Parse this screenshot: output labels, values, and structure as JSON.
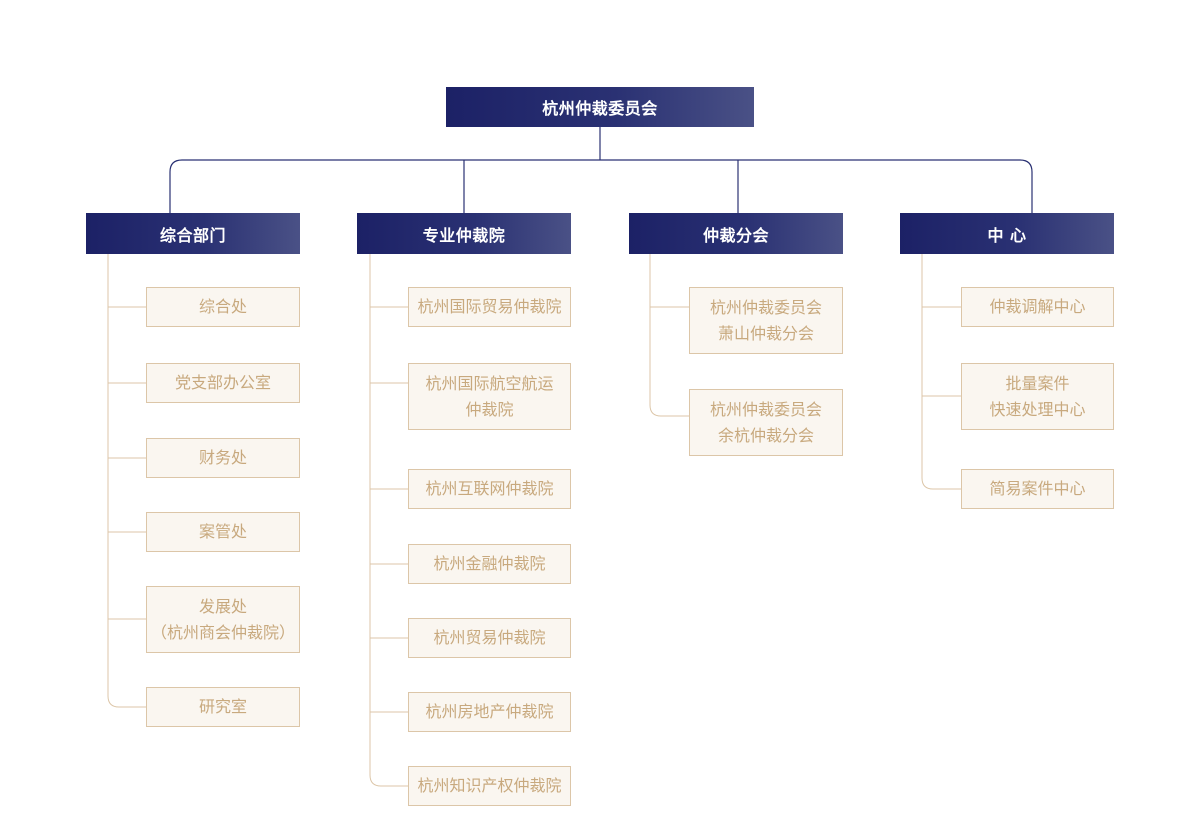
{
  "root": {
    "label": "杭州仲裁委员会"
  },
  "columns": [
    {
      "label": "综合部门",
      "items": [
        "综合处",
        "党支部办公室",
        "财务处",
        "案管处",
        "发展处\n（杭州商会仲裁院）",
        "研究室"
      ]
    },
    {
      "label": "专业仲裁院",
      "items": [
        "杭州国际贸易仲裁院",
        "杭州国际航空航运\n仲裁院",
        "杭州互联网仲裁院",
        "杭州金融仲裁院",
        "杭州贸易仲裁院",
        "杭州房地产仲裁院",
        "杭州知识产权仲裁院"
      ]
    },
    {
      "label": "仲裁分会",
      "items": [
        "杭州仲裁委员会\n萧山仲裁分会",
        "杭州仲裁委员会\n余杭仲裁分会"
      ]
    },
    {
      "label": "中 心",
      "items": [
        "仲裁调解中心",
        "批量案件\n快速处理中心",
        "简易案件中心"
      ]
    }
  ],
  "colors": {
    "header_dark": "#1c2166",
    "header_light": "#4a5186",
    "line_navy": "#2a3173",
    "leaf_border": "#dcc6a8",
    "leaf_text": "#c8a97e",
    "leaf_bg": "#faf6f0"
  }
}
